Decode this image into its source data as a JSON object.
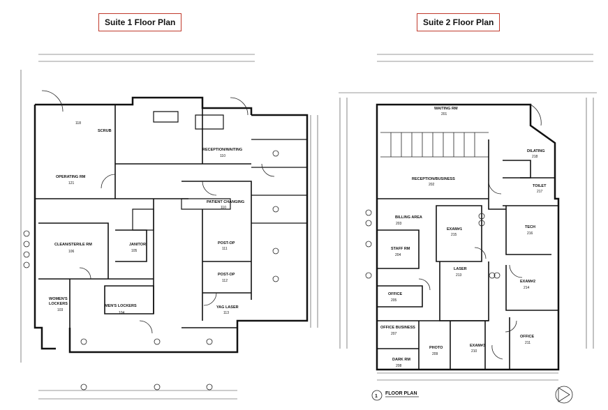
{
  "suite1": {
    "title": "Suite 1 Floor Plan",
    "rooms": [
      {
        "name": "SCRUB",
        "num": "118"
      },
      {
        "name": "OPERATING RM",
        "num": "121"
      },
      {
        "name": "RECEPTION/WAITING",
        "num": "110"
      },
      {
        "name": "PATIENT CHANGING",
        "num": "110"
      },
      {
        "name": "CLEAN/STERILE RM",
        "num": "106"
      },
      {
        "name": "POST-OP",
        "num": "111"
      },
      {
        "name": "POST-OP",
        "num": "112"
      },
      {
        "name": "WOMEN'S LOCKERS",
        "num": "103"
      },
      {
        "name": "MEN'S LOCKERS",
        "num": "104"
      },
      {
        "name": "YAG LASER",
        "num": "113"
      },
      {
        "name": "JANITOR",
        "num": "105"
      }
    ]
  },
  "suite2": {
    "title": "Suite 2 Floor Plan",
    "caption": "FLOOR PLAN",
    "caption_num": "1",
    "rooms": [
      {
        "name": "WAITING RM",
        "num": "201"
      },
      {
        "name": "RECEPTION/BUSINESS",
        "num": "202"
      },
      {
        "name": "DILATING",
        "num": "218"
      },
      {
        "name": "TOILET",
        "num": "217"
      },
      {
        "name": "BILLING AREA",
        "num": "203"
      },
      {
        "name": "EXAM#1",
        "num": "215"
      },
      {
        "name": "TECH",
        "num": "216"
      },
      {
        "name": "STAFF RM",
        "num": "204"
      },
      {
        "name": "LASER",
        "num": "213"
      },
      {
        "name": "EXAM#2",
        "num": "214"
      },
      {
        "name": "OFFICE",
        "num": "205"
      },
      {
        "name": "OFFICE BUSINESS",
        "num": "207"
      },
      {
        "name": "PHOTO",
        "num": "209"
      },
      {
        "name": "EXAM#3",
        "num": "210"
      },
      {
        "name": "OFFICE",
        "num": "211"
      },
      {
        "name": "DARK RM",
        "num": "208"
      }
    ]
  }
}
